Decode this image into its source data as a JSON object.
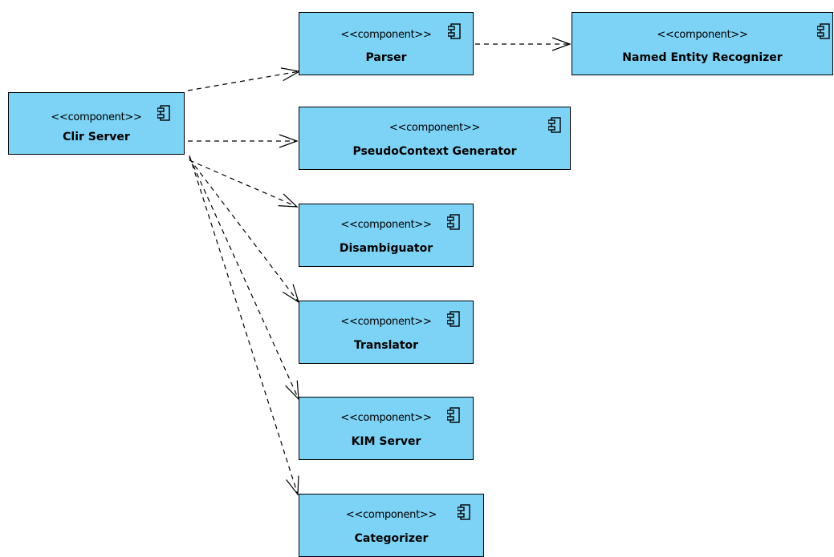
{
  "diagram": {
    "colors": {
      "component_fill": "#7dd3f5",
      "stroke": "#000000",
      "line": "#000000"
    },
    "icon": "component-icon",
    "components": [
      {
        "id": "clir",
        "stereotype": "<<component>>",
        "name": "Clir Server"
      },
      {
        "id": "parser",
        "stereotype": "<<component>>",
        "name": "Parser"
      },
      {
        "id": "ner",
        "stereotype": "<<component>>",
        "name": "Named Entity Recognizer"
      },
      {
        "id": "pseudo",
        "stereotype": "<<component>>",
        "name": "PseudoContext Generator"
      },
      {
        "id": "disamb",
        "stereotype": "<<component>>",
        "name": "Disambiguator"
      },
      {
        "id": "translator",
        "stereotype": "<<component>>",
        "name": "Translator"
      },
      {
        "id": "kim",
        "stereotype": "<<component>>",
        "name": "KIM Server"
      },
      {
        "id": "categorizer",
        "stereotype": "<<component>>",
        "name": "Categorizer"
      }
    ],
    "dependencies": [
      {
        "from": "clir",
        "to": "parser"
      },
      {
        "from": "parser",
        "to": "ner"
      },
      {
        "from": "clir",
        "to": "pseudo"
      },
      {
        "from": "clir",
        "to": "disamb"
      },
      {
        "from": "clir",
        "to": "translator"
      },
      {
        "from": "clir",
        "to": "kim"
      },
      {
        "from": "clir",
        "to": "categorizer"
      }
    ]
  }
}
